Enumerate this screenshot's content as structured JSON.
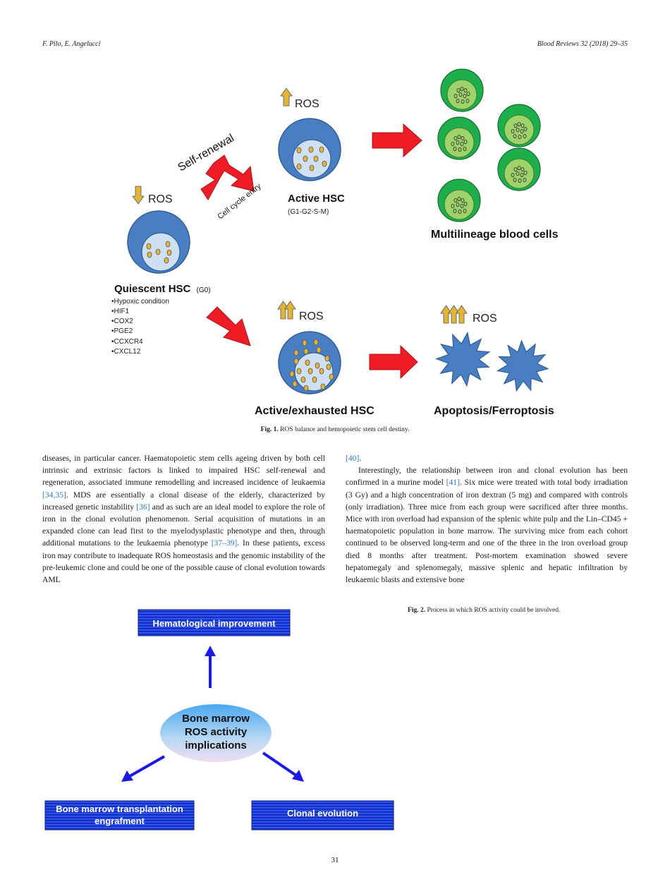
{
  "header": {
    "authors": "F. Pilo, E. Angelucci",
    "journal": "Blood Reviews 32 (2018) 29–35"
  },
  "figure1": {
    "ros": "ROS",
    "self_renewal": "Self-renewal",
    "cell_cycle_entry": "Cell cycle entry",
    "active_hsc": "Active HSC",
    "active_hsc_phase": "(G1-G2-S-M)",
    "multilineage": "Multilineage blood cells",
    "quiescent_hsc": "Quiescent HSC",
    "quiescent_phase": "(G0)",
    "conditions": [
      "•Hypoxic condition",
      "•HIF1",
      "•COX2",
      "•PGE2",
      "•CCXCR4",
      "•CXCL12"
    ],
    "active_exhausted": "Active/exhausted HSC",
    "apoptosis": "Apoptosis/Ferroptosis",
    "caption_label": "Fig. 1.",
    "caption_text": "ROS balance and hemopoietic stem cell destiny."
  },
  "body": {
    "left_p1_a": "diseases, in particular cancer. Haematopoietic stem cells ageing driven by both cell intrinsic and extrinsic factors is linked to impaired HSC self-renewal and regeneration, associated immune remodelling and increased incidence of leukaemia ",
    "ref_34_35": "[34,35]",
    "left_p1_b": ". MDS are essentially a clonal disease of the elderly, characterized by increased genetic instability ",
    "ref_36": "[36]",
    "left_p1_c": " and as such are an ideal model to explore the role of iron in the clonal evolution phenomenon. Serial acquisition of mutations in an expanded clone can lead first to the myelodysplastic phenotype and then, through additional mutations to the leukaemia phenotype ",
    "ref_37_39": "[37–39]",
    "left_p1_d": ". In these patients, excess iron may contribute to inadequate ROS homeostasis and the genomic instability of the pre-leukemic clone and could be one of the possible cause of clonal evolution towards AML",
    "ref_40": "[40]",
    "right_p1_end": ".",
    "right_p2_a": "Interestingly, the relationship between iron and clonal evolution has been confirmed in a murine model ",
    "ref_41": "[41]",
    "right_p2_b": ". Six mice were treated with total body irradiation (3 Gy) and a high concentration of iron dextran (5 mg) and compared with controls (only irradiation). Three mice from each group were sacrificed after three months. Mice with iron overload had expansion of the splenic white pulp and the Lin–CD45 + haematopoietic population in bone marrow. The surviving mice from each cohort continued to be observed long-term and one of the three in the iron overload group died 8 months after treatment. Post-mortem examination showed severe hepatomegaly and splenomegaly, massive splenic and hepatic infiltration by leukaemic blasts and extensive bone"
  },
  "figure2": {
    "top_box": "Hematological improvement",
    "center_line1": "Bone marrow",
    "center_line2": "ROS activity",
    "center_line3": "implications",
    "left_box_line1": "Bone marrow transplantation",
    "left_box_line2": "engrafment",
    "right_box": "Clonal evolution",
    "caption_label": "Fig. 2.",
    "caption_text": "Process in which ROS activity could be involved."
  },
  "page_number": "31",
  "colors": {
    "cell_blue": "#4a7ec2",
    "nucleus": "#cfe0f4",
    "dot_yellow": "#e2b43a",
    "green_outer": "#1fae4c",
    "green_inner": "#9ed36b",
    "red_arrow": "#ee1c25",
    "link_blue": "#2a7ab8",
    "box_blue": "#1030c8"
  }
}
